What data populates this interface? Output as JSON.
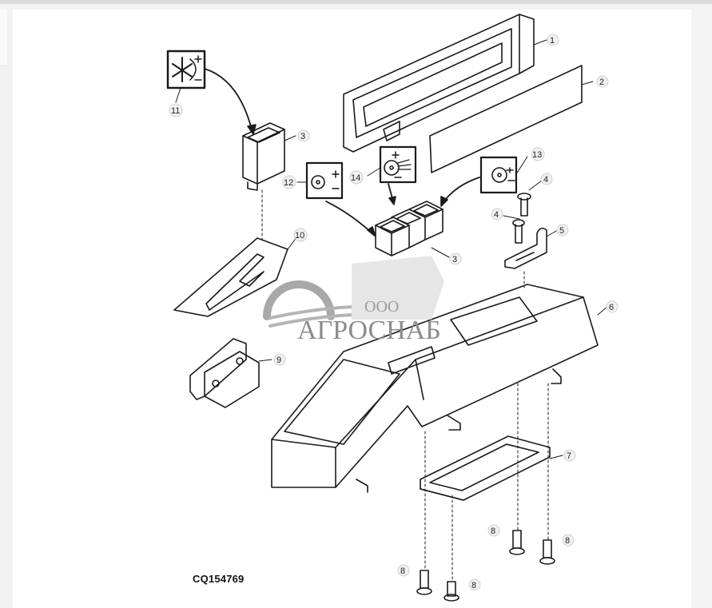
{
  "diagram": {
    "figure_code": "CQ154769",
    "watermark": {
      "prefix": "ООО",
      "name": "АГРОСНАБ"
    },
    "callouts": [
      {
        "id": "1",
        "label": "1",
        "part": "console top cover"
      },
      {
        "id": "2",
        "label": "2",
        "part": "panel insert"
      },
      {
        "id": "3a",
        "label": "3",
        "part": "rocker switch"
      },
      {
        "id": "3b",
        "label": "3",
        "part": "rocker switches (group)"
      },
      {
        "id": "4a",
        "label": "4",
        "part": "screw"
      },
      {
        "id": "4b",
        "label": "4",
        "part": "screw"
      },
      {
        "id": "5",
        "label": "5",
        "part": "bracket"
      },
      {
        "id": "6",
        "label": "6",
        "part": "console housing"
      },
      {
        "id": "7",
        "label": "7",
        "part": "storage tray"
      },
      {
        "id": "8a",
        "label": "8",
        "part": "screw"
      },
      {
        "id": "8b",
        "label": "8",
        "part": "screw"
      },
      {
        "id": "8c",
        "label": "8",
        "part": "screw"
      },
      {
        "id": "8d",
        "label": "8",
        "part": "screw"
      },
      {
        "id": "9",
        "label": "9",
        "part": "connector block"
      },
      {
        "id": "10",
        "label": "10",
        "part": "shift gate plate"
      },
      {
        "id": "11",
        "label": "11",
        "part": "fan speed decal"
      },
      {
        "id": "12",
        "label": "12",
        "part": "switch decal"
      },
      {
        "id": "13",
        "label": "13",
        "part": "switch decal"
      },
      {
        "id": "14",
        "label": "14",
        "part": "switch decal"
      }
    ],
    "colors": {
      "line": "#1a1a1a",
      "background": "#ffffff",
      "chrome": "#f2f2f2",
      "watermark": "#8c8c8c"
    }
  }
}
